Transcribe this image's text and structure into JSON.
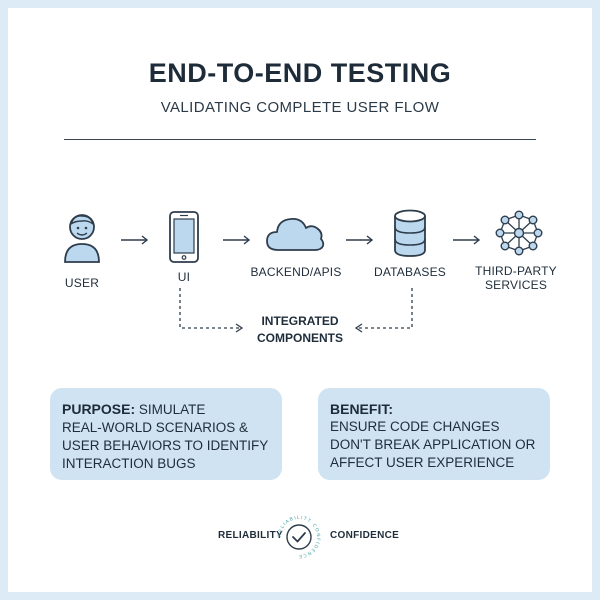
{
  "header": {
    "title": "END-TO-END TESTING",
    "subtitle": "VALIDATING COMPLETE USER FLOW"
  },
  "flow": {
    "nodes": [
      {
        "label": "USER",
        "icon": "user-icon"
      },
      {
        "label": "UI",
        "icon": "phone-icon"
      },
      {
        "label": "BACKEND/APIS",
        "icon": "cloud-icon"
      },
      {
        "label": "DATABASES",
        "icon": "database-icon"
      },
      {
        "label": "THIRD-PARTY\nSERVICES",
        "icon": "network-icon"
      }
    ],
    "integrated_label": "INTEGRATED\nCOMPONENTS"
  },
  "purpose": {
    "heading": "PURPOSE:",
    "text_inline": "SIMULATE",
    "text": "REAL-WORLD SCENARIOS & USER BEHAVIORS TO IDENTIFY INTERACTION BUGS"
  },
  "benefit": {
    "heading": "BENEFIT:",
    "text": "ENSURE CODE CHANGES DON'T BREAK APPLICATION OR AFFECT USER EXPERIENCE"
  },
  "footer": {
    "left": "RELIABILITY",
    "right": "CONFIDENCE",
    "seal_text": "RELIABILITY CONFIDENCE"
  },
  "colors": {
    "icon_stroke": "#2e3d4c",
    "icon_fill": "#bcd8ee",
    "box_fill": "#cfe3f2",
    "seal_teal": "#4aa3a8",
    "page_bg": "#dcebf5"
  }
}
